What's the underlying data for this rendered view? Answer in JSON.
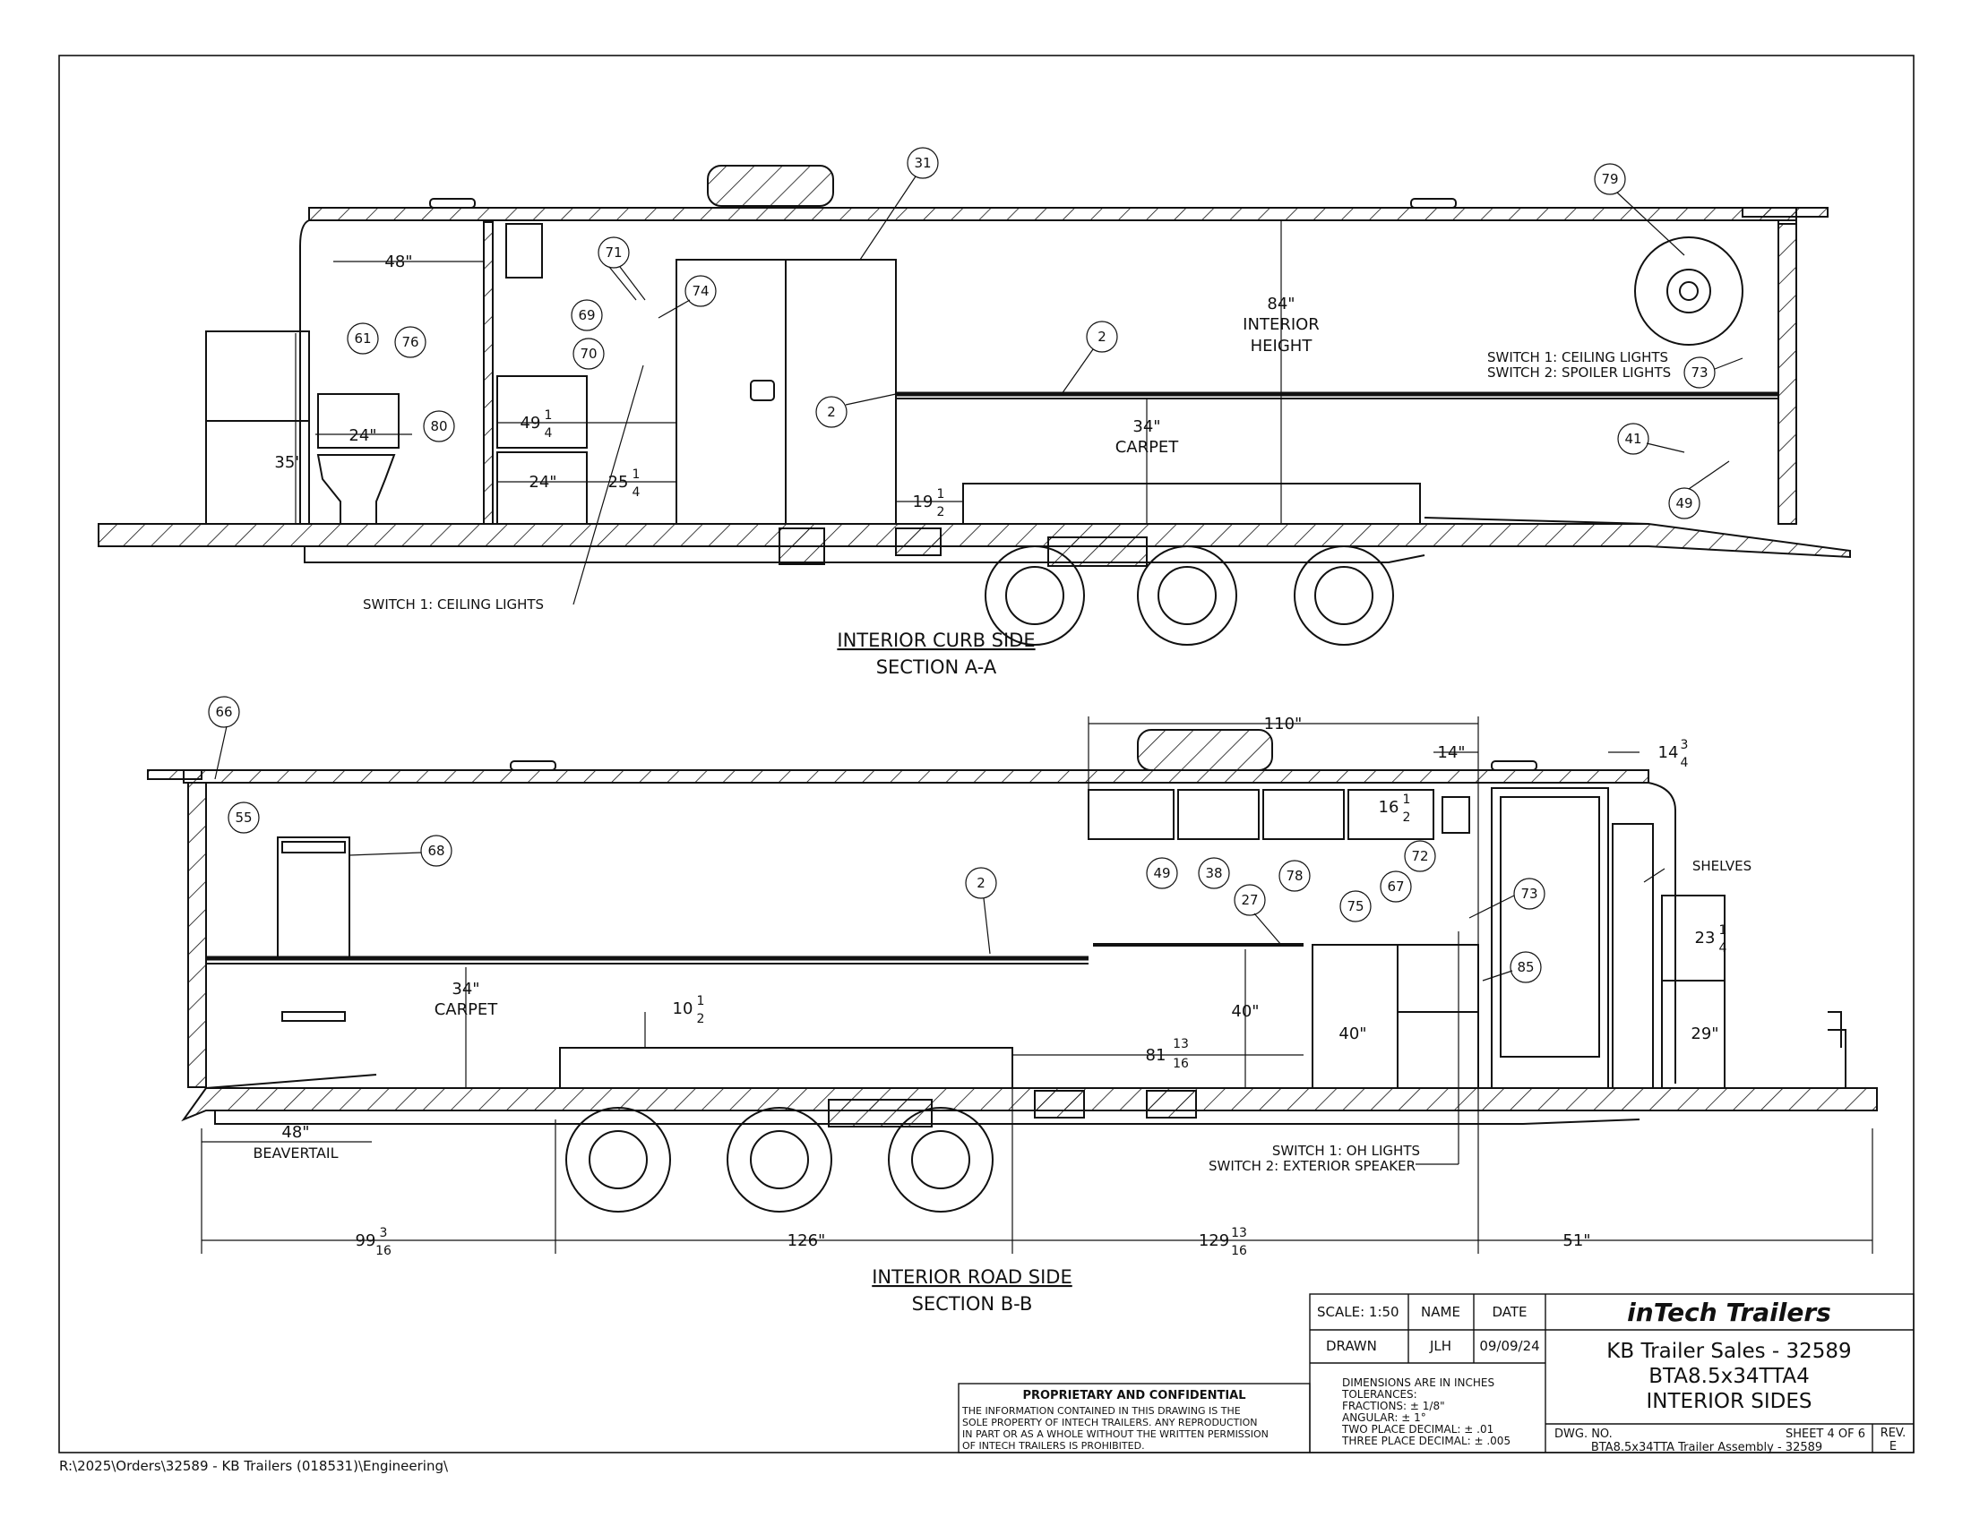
{
  "sections": {
    "curb": {
      "title": "INTERIOR CURB SIDE",
      "subtitle": "SECTION A-A"
    },
    "road": {
      "title": "INTERIOR ROAD SIDE",
      "subtitle": "SECTION B-B"
    }
  },
  "callouts_curb": [
    "31",
    "79",
    "71",
    "74",
    "69",
    "70",
    "61",
    "76",
    "80",
    "2",
    "2",
    "73",
    "41",
    "49"
  ],
  "callouts_road": [
    "66",
    "55",
    "68",
    "2",
    "49",
    "38",
    "78",
    "72",
    "67",
    "75",
    "27",
    "73",
    "85"
  ],
  "dims_curb": {
    "d48": "48\"",
    "d24": "24\"",
    "d35": "35\"",
    "d49": "49",
    "d49f_n": "1",
    "d49f_d": "4",
    "d24b": "24\"",
    "d25": "25",
    "d25f_n": "1",
    "d25f_d": "4",
    "d19": "19",
    "d19f_n": "1",
    "d19f_d": "2",
    "d34": "34\"",
    "carpet": "CARPET",
    "d84": "84\"",
    "interior": "INTERIOR",
    "height": "HEIGHT"
  },
  "dims_road": {
    "d110": "110\"",
    "d14": "14\"",
    "d14b": "14",
    "d14b_n": "3",
    "d14b_d": "4",
    "d16": "16",
    "d16_n": "1",
    "d16_d": "2",
    "d34": "34\"",
    "carpet": "CARPET",
    "d10": "10",
    "d10_n": "1",
    "d10_d": "2",
    "d40": "40\"",
    "d40b": "40\"",
    "d81": "81",
    "d81_n": "13",
    "d81_d": "16",
    "d23": "23",
    "d23_n": "1",
    "d23_d": "4",
    "d29": "29\"",
    "shelves": "SHELVES",
    "d48": "48\"",
    "beavertail": "BEAVERTAIL",
    "d99": "99",
    "d99_n": "3",
    "d99_d": "16",
    "d126": "126\"",
    "d129": "129",
    "d129_n": "13",
    "d129_d": "16",
    "d51": "51\""
  },
  "notes": {
    "curb_switch_a": "SWITCH 1: CEILING LIGHTS",
    "curb_switch_b": "SWITCH 2: SPOILER LIGHTS",
    "curb_switch_c": "SWITCH 1: CEILING LIGHTS",
    "road_switch_a": "SWITCH 1: OH LIGHTS",
    "road_switch_b": "SWITCH 2: EXTERIOR SPEAKER"
  },
  "title_block": {
    "scale": "SCALE: 1:50",
    "name_hdr": "NAME",
    "date_hdr": "DATE",
    "drawn": "DRAWN",
    "drawn_name": "JLH",
    "drawn_date": "09/09/24",
    "company": "inTech Trailers",
    "line1": "KB Trailer Sales - 32589",
    "line2": "BTA8.5x34TTA4",
    "line3": "INTERIOR SIDES",
    "tol1": "DIMENSIONS ARE IN INCHES",
    "tol2": "TOLERANCES:",
    "tol3": "FRACTIONS: ± 1/8\"",
    "tol4": "ANGULAR: ± 1°",
    "tol5": "TWO PLACE DECIMAL: ± .01",
    "tol6": "THREE PLACE DECIMAL: ± .005",
    "prop_title": "PROPRIETARY AND CONFIDENTIAL",
    "prop1": "THE INFORMATION CONTAINED IN THIS DRAWING IS THE",
    "prop2": "SOLE PROPERTY OF INTECH TRAILERS.  ANY REPRODUCTION",
    "prop3": "IN PART OR AS A WHOLE WITHOUT THE WRITTEN PERMISSION",
    "prop4": "OF INTECH TRAILERS IS  PROHIBITED.",
    "dwg_no": "DWG.  NO.",
    "sheet": "SHEET 4 OF 6",
    "rev_hdr": "REV.",
    "rev": "E",
    "dwg_name": "BTA8.5x34TTA Trailer Assembly - 32589"
  },
  "footer_path": "R:\\2025\\Orders\\32589 - KB Trailers (018531)\\Engineering\\"
}
